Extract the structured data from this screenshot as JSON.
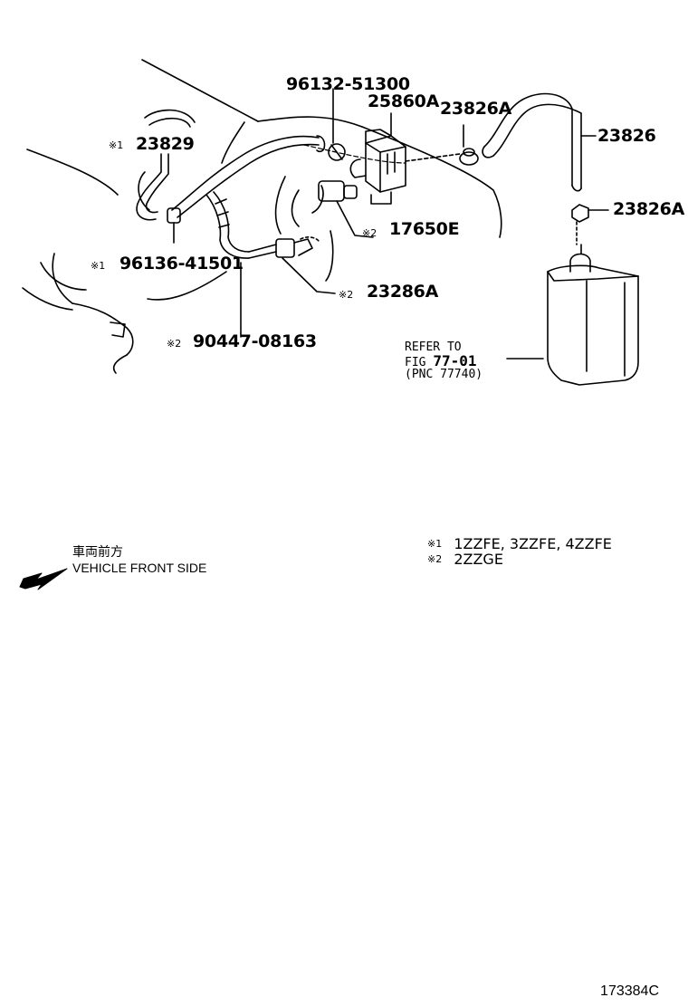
{
  "parts": {
    "p96132": "96132-51300",
    "p25860A": "25860A",
    "p23826A_top": "23826A",
    "p23826": "23826",
    "p23829": "23829",
    "p23826A_right": "23826A",
    "p17650E": "17650E",
    "p96136": "96136-41501",
    "p23286A": "23286A",
    "p90447": "90447-08163"
  },
  "marks": {
    "m1": "※1",
    "m2": "※2"
  },
  "refer": {
    "line1": "REFER TO",
    "fig_label": "FIG",
    "fig_number": "77-01",
    "pnc": "(PNC 77740)"
  },
  "legend": {
    "row1_mark": "※1",
    "row1_text": "1ZZFE, 3ZZFE, 4ZZFE",
    "row2_mark": "※2",
    "row2_text": "2ZZGE"
  },
  "vehicle_front": {
    "jp": "車両前方",
    "en": "VEHICLE FRONT SIDE"
  },
  "illustration_code": "173384C",
  "colors": {
    "ink": "#000000",
    "background": "#ffffff"
  }
}
